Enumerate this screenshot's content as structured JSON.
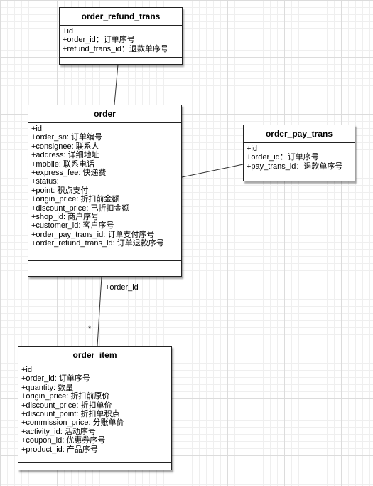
{
  "classes": {
    "order_refund_trans": {
      "name": "order_refund_trans",
      "attributes": [
        "+id",
        "+order_id：订单序号",
        "+refund_trans_id：退款单序号"
      ]
    },
    "order": {
      "name": "order",
      "attributes": [
        "+id",
        "+order_sn: 订单编号",
        "+consignee: 联系人",
        "+address: 详细地址",
        "+mobile: 联系电话",
        "+express_fee: 快递费",
        "+status:",
        "+point: 积点支付",
        "+origin_price: 折扣前金额",
        "+discount_price: 已折扣金额",
        "+shop_id: 商户序号",
        "+customer_id: 客户序号",
        "+order_pay_trans_id: 订单支付序号",
        "+order_refund_trans_id: 订单退款序号"
      ]
    },
    "order_pay_trans": {
      "name": "order_pay_trans",
      "attributes": [
        "+id",
        "+order_id：订单序号",
        "+pay_trans_id：退款单序号"
      ]
    },
    "order_item": {
      "name": "order_item",
      "attributes": [
        "+id",
        "+order_id: 订单序号",
        "+quantity: 数量",
        "+origin_price: 折扣前原价",
        "+discount_price: 折扣单价",
        "+discount_point: 折扣单积点",
        "+commission_price: 分账单价",
        "+activity_id: 活动序号",
        "+coupon_id: 优惠券序号",
        "+product_id: 产品序号"
      ]
    }
  },
  "relations": {
    "order_item_assoc": {
      "label": "+order_id",
      "multiplicity": "*"
    }
  },
  "colors": {
    "border": "#222222",
    "line": "#333333",
    "background": "#ffffff"
  }
}
